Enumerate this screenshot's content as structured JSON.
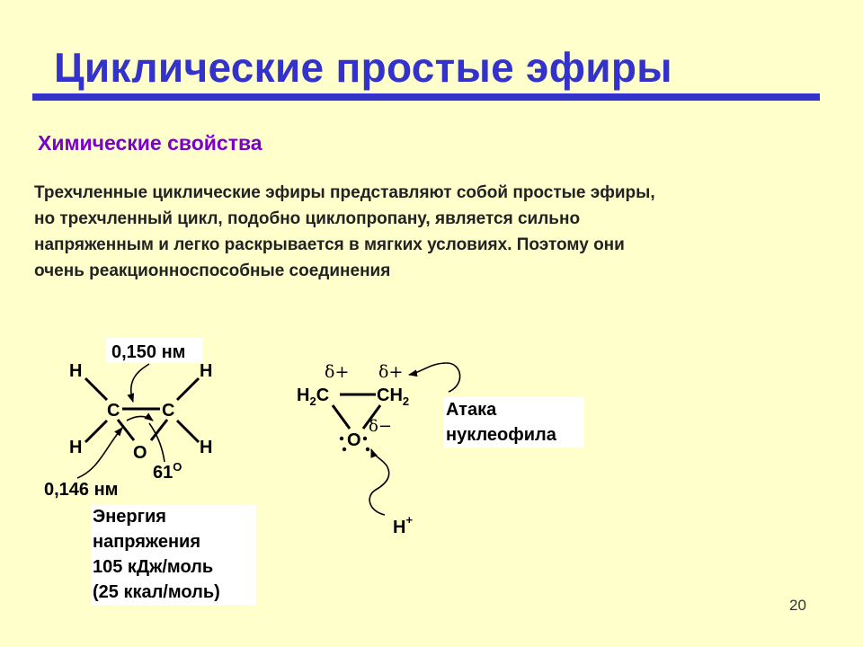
{
  "slide": {
    "title": "Циклические простые эфиры",
    "subtitle": "Химические свойства",
    "paragraph": [
      "Трехчленные циклические эфиры представляют собой простые эфиры,",
      "но трехчленный цикл, подобно циклопропану, является сильно",
      "напряженным и легко раскрывается в мягких условиях. Поэтому они",
      "очень реакционноспособные соединения"
    ],
    "page_number": "20"
  },
  "left_structure": {
    "bond_cc": "0,150 нм",
    "bond_co": "0,146 нм",
    "angle": "61",
    "angle_unit": "O",
    "atom_h": "H",
    "atom_c": "C",
    "atom_o": "O",
    "energy_lines": [
      "Энергия",
      "напряжения",
      "105 кДж/моль",
      "(25 ккал/моль)"
    ]
  },
  "right_structure": {
    "h2": "H",
    "sub2": "2",
    "c": "C",
    "ch": "CH",
    "o": "O",
    "delta_plus": "δ+",
    "delta_minus": "δ−",
    "h_plus": "H",
    "plus": "+",
    "attack_lines": [
      "Атака",
      "нуклеофила"
    ]
  }
}
